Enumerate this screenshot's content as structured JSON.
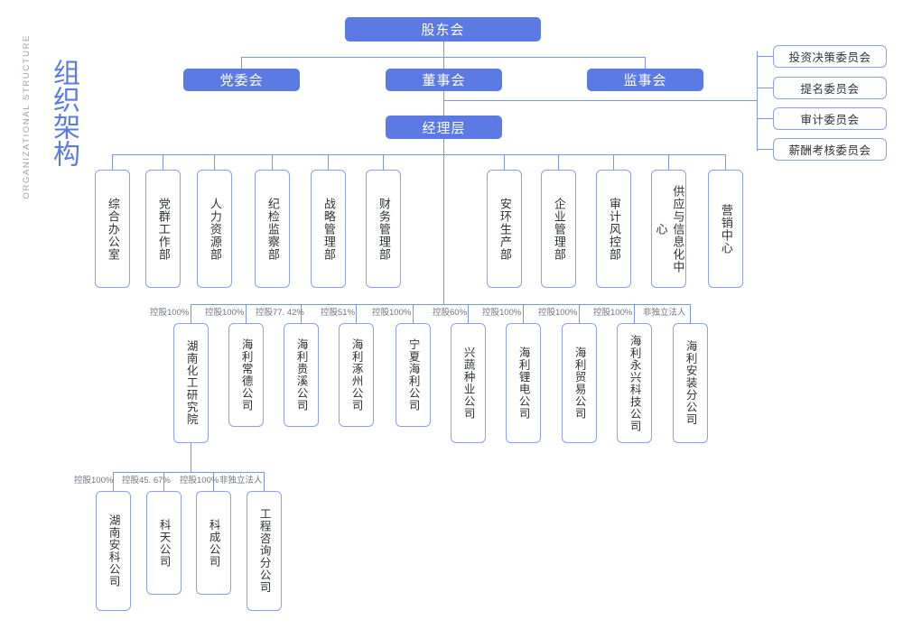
{
  "title": {
    "zh": "组织架构",
    "en": "ORGANIZATIONAL STRUCTURE"
  },
  "colors": {
    "accent": "#5b7ae4",
    "line": "#7b95ea",
    "box_border": "#8aa0ec",
    "text": "#2f3238",
    "muted": "#6f7681"
  },
  "level1": {
    "label": "股东会"
  },
  "level2": [
    {
      "label": "党委会"
    },
    {
      "label": "董事会"
    },
    {
      "label": "监事会"
    }
  ],
  "committees": [
    {
      "label": "投资决策委员会"
    },
    {
      "label": "提名委员会"
    },
    {
      "label": "审计委员会"
    },
    {
      "label": "薪酬考核委员会"
    }
  ],
  "level3": {
    "label": "经理层"
  },
  "departments": [
    {
      "label": "综合办公室"
    },
    {
      "label": "党群工作部"
    },
    {
      "label": "人力资源部"
    },
    {
      "label": "纪检监察部"
    },
    {
      "label": "战略管理部"
    },
    {
      "label": "财务管理部"
    },
    {
      "label": "安环生产部"
    },
    {
      "label": "企业管理部"
    },
    {
      "label": "审计风控部"
    },
    {
      "label": "供应与信息化中心"
    },
    {
      "label": "营销中心"
    }
  ],
  "subsidiaries": [
    {
      "label": "湖南化工研究院",
      "ownership": "控股100%"
    },
    {
      "label": "海利常德公司",
      "ownership": "控股100%"
    },
    {
      "label": "海利贵溪公司",
      "ownership": "控股77. 42%"
    },
    {
      "label": "海利涿州公司",
      "ownership": "控股51%"
    },
    {
      "label": "宁夏海利公司",
      "ownership": "控股100%"
    },
    {
      "label": "兴蔬种业公司",
      "ownership": "控股60%"
    },
    {
      "label": "海利锂电公司",
      "ownership": "控股100%"
    },
    {
      "label": "海利贸易公司",
      "ownership": "控股100%"
    },
    {
      "label": "海利永兴科技公司",
      "ownership": "控股100%"
    },
    {
      "label": "海利安装分公司",
      "ownership": "非独立法人"
    }
  ],
  "sub_subsidiaries": [
    {
      "label": "湖南安科公司",
      "ownership": "控股100%"
    },
    {
      "label": "科天公司",
      "ownership": "控股45. 67%"
    },
    {
      "label": "科成公司",
      "ownership": "控股100%"
    },
    {
      "label": "工程咨询分公司",
      "ownership": "非独立法人"
    }
  ]
}
